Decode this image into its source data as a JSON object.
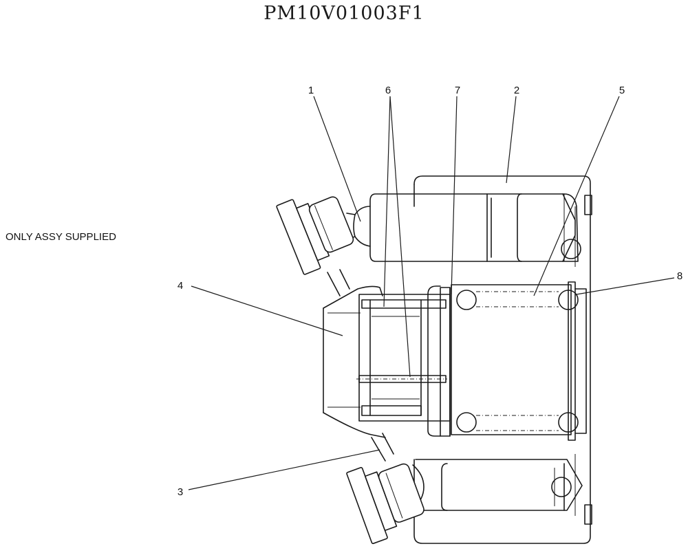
{
  "diagram": {
    "drawing_number": "PM10V01003F1",
    "note": "ONLY ASSY SUPPLIED",
    "callouts": [
      {
        "id": "label-1",
        "text": "1"
      },
      {
        "id": "label-6",
        "text": "6"
      },
      {
        "id": "label-7",
        "text": "7"
      },
      {
        "id": "label-2",
        "text": "2"
      },
      {
        "id": "label-5",
        "text": "5"
      },
      {
        "id": "label-8",
        "text": "8"
      },
      {
        "id": "label-4",
        "text": "4"
      },
      {
        "id": "label-3",
        "text": "3"
      }
    ]
  }
}
